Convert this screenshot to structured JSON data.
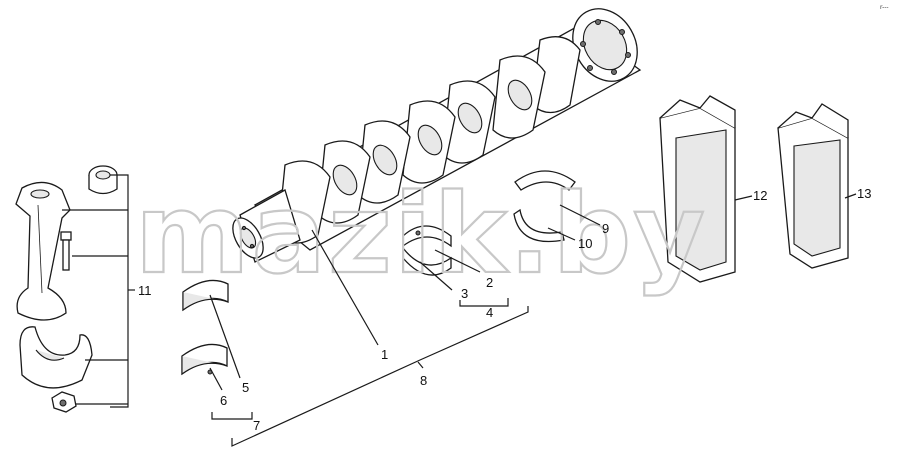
{
  "watermark": "mazik.by",
  "corner_mark": "r---",
  "callouts": {
    "c1": "1",
    "c2": "2",
    "c3": "3",
    "c4": "4",
    "c5": "5",
    "c6": "6",
    "c7": "7",
    "c8": "8",
    "c9": "9",
    "c10": "10",
    "c11": "11",
    "c12": "12",
    "c13": "13"
  }
}
